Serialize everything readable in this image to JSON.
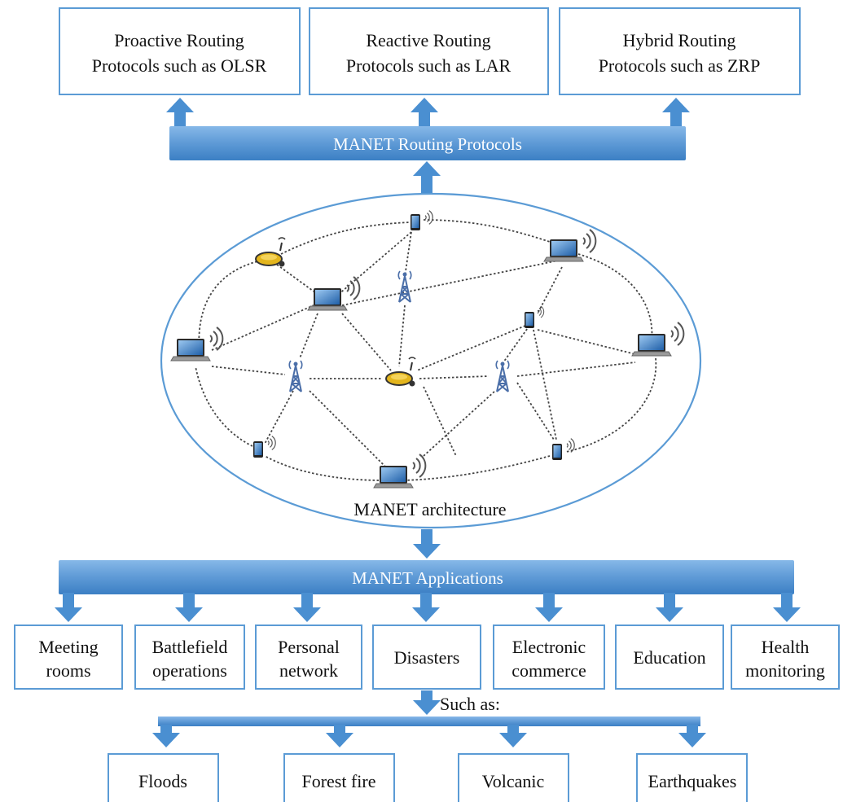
{
  "routing_protocols": {
    "bar_label": "MANET Routing Protocols",
    "types": [
      {
        "line1": "Proactive Routing",
        "line2": "Protocols such as OLSR"
      },
      {
        "line1": "Reactive Routing",
        "line2": "Protocols such as LAR"
      },
      {
        "line1": "Hybrid Routing",
        "line2": "Protocols such as ZRP"
      }
    ]
  },
  "architecture": {
    "label": "MANET architecture"
  },
  "applications": {
    "bar_label": "MANET Applications",
    "items": [
      {
        "line1": "Meeting",
        "line2": "rooms"
      },
      {
        "line1": "Battlefield",
        "line2": "operations"
      },
      {
        "line1": "Personal",
        "line2": "network"
      },
      {
        "line1": "Disasters",
        "line2": ""
      },
      {
        "line1": "Electronic",
        "line2": "commerce"
      },
      {
        "line1": "Education",
        "line2": ""
      },
      {
        "line1": "Health",
        "line2": "monitoring"
      }
    ]
  },
  "disasters": {
    "such_as_label": "Such as:",
    "items": [
      "Floods",
      "Forest fire",
      "Volcanic",
      "Earthquakes"
    ]
  },
  "colors": {
    "accent_blue": "#5b9bd5",
    "arrow_blue": "#4a8fd1",
    "bar_top": "#7fb2e5",
    "bar_bottom": "#3f82c8"
  },
  "node_icons": [
    "laptop-icon",
    "tablet-icon",
    "antenna-tower-icon",
    "gps-device-icon",
    "wifi-signal-icon"
  ]
}
